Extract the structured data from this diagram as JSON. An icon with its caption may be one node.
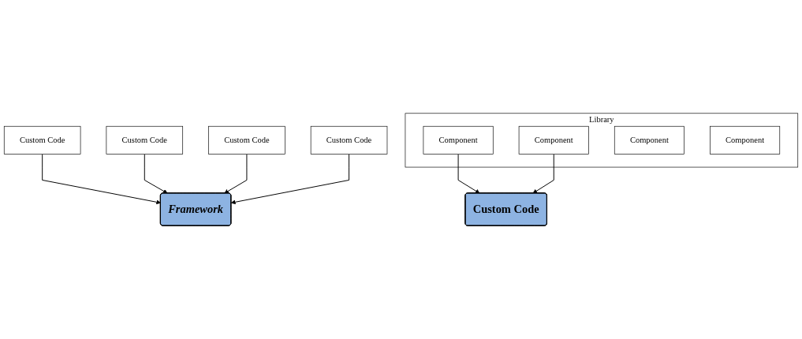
{
  "diagram": {
    "nodes": [
      {
        "text": [
          "Custom Code"
        ]
      },
      {
        "text": [
          "Custom Code"
        ]
      },
      {
        "text": [
          "Framework"
        ]
      },
      {
        "text": [
          "Custom Code"
        ]
      },
      {
        "text": [
          "Custom Code"
        ]
      },
      {
        "text": [
          "Custom Code"
        ]
      },
      {
        "text": [
          "Library"
        ]
      },
      {
        "text": [
          "Component"
        ],
        "in": 6
      },
      {
        "text": [
          "Component"
        ],
        "in": 6
      },
      {
        "text": [
          "Component"
        ],
        "in": 6
      },
      {
        "text": [
          "Component"
        ],
        "in": 6
      }
    ],
    "edges": [
      {
        "from": 0,
        "to": 2,
        "arrow": "to"
      },
      {
        "from": 1,
        "to": 2,
        "arrow": "to"
      },
      {
        "from": 3,
        "to": 2,
        "arrow": "to"
      },
      {
        "from": 4,
        "to": 2,
        "arrow": "to"
      },
      {
        "from": 7,
        "to": 5,
        "arrow": "to"
      },
      {
        "from": 8,
        "to": 5,
        "arrow": "to"
      }
    ]
  }
}
